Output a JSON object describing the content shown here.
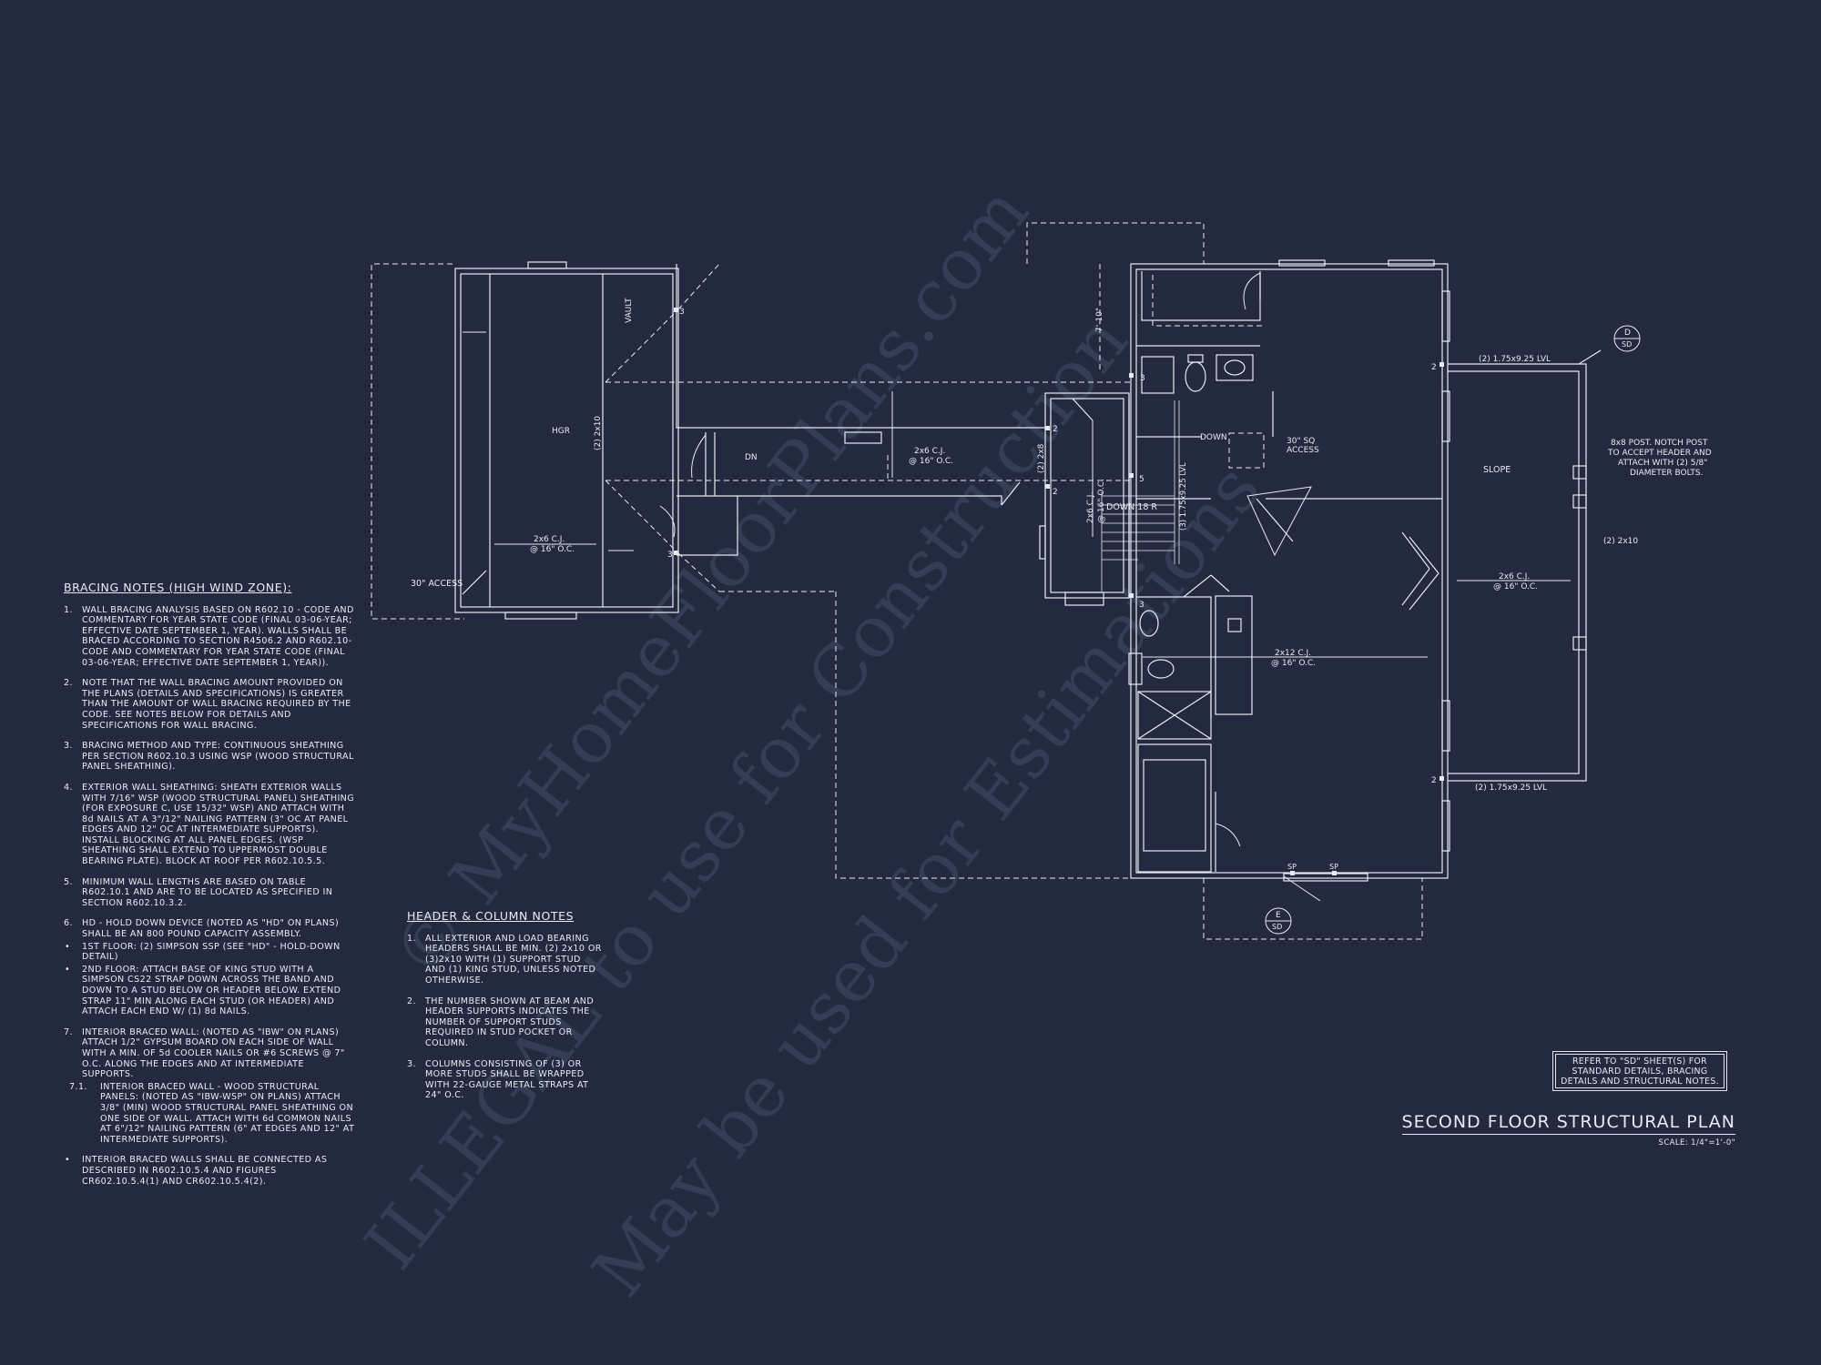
{
  "watermark": {
    "line1": "© MyHomeFloorPlans.com",
    "line2": "ILLEGAL to use for Construction",
    "line3": "May be used for Estimations"
  },
  "bracing_notes": {
    "title": "BRACING NOTES (HIGH WIND ZONE):",
    "items": [
      {
        "num": "1.",
        "text": "WALL BRACING ANALYSIS BASED ON R602.10 - CODE AND COMMENTARY FOR YEAR STATE CODE (FINAL 03-06-YEAR; EFFECTIVE DATE SEPTEMBER 1, YEAR). WALLS SHALL BE BRACED ACCORDING TO SECTION R4506.2 AND R602.10-CODE AND COMMENTARY FOR YEAR STATE CODE (FINAL 03-06-YEAR; EFFECTIVE DATE SEPTEMBER 1, YEAR))."
      },
      {
        "num": "2.",
        "text": "NOTE THAT THE WALL BRACING AMOUNT PROVIDED ON THE PLANS (DETAILS AND SPECIFICATIONS) IS GREATER THAN THE AMOUNT OF WALL BRACING REQUIRED BY THE CODE. SEE NOTES BELOW FOR DETAILS AND SPECIFICATIONS FOR WALL BRACING."
      },
      {
        "num": "3.",
        "text": "BRACING METHOD AND TYPE: CONTINUOUS SHEATHING PER SECTION R602.10.3 USING WSP (WOOD STRUCTURAL PANEL SHEATHING)."
      },
      {
        "num": "4.",
        "text": "EXTERIOR WALL SHEATHING: SHEATH EXTERIOR WALLS WITH 7/16\" WSP (WOOD STRUCTURAL PANEL) SHEATHING (FOR EXPOSURE C, USE 15/32\" WSP) AND ATTACH WITH 8d NAILS AT A 3\"/12\" NAILING PATTERN (3\" OC AT PANEL EDGES AND 12\" OC AT INTERMEDIATE SUPPORTS). INSTALL BLOCKING AT ALL PANEL EDGES. (WSP SHEATHING SHALL EXTEND TO UPPERMOST DOUBLE BEARING PLATE). BLOCK AT ROOF PER R602.10.5.5."
      },
      {
        "num": "5.",
        "text": "MINIMUM WALL LENGTHS ARE BASED ON TABLE R602.10.1 AND ARE TO BE LOCATED AS SPECIFIED IN SECTION R602.10.3.2."
      },
      {
        "num": "6.",
        "text": "HD - HOLD DOWN DEVICE (NOTED AS \"HD\" ON PLANS) SHALL BE AN 800 POUND CAPACITY ASSEMBLY.",
        "tight": true
      },
      {
        "num": "•",
        "bullet": true,
        "tight": true,
        "text": "1ST FLOOR: (2) SIMPSON SSP (SEE \"HD\" - HOLD-DOWN DETAIL)"
      },
      {
        "num": "•",
        "bullet": true,
        "text": "2ND FLOOR: ATTACH BASE OF KING STUD WITH A SIMPSON CS22 STRAP DOWN ACROSS THE BAND AND DOWN TO A STUD BELOW OR HEADER BELOW. EXTEND STRAP 11\" MIN ALONG EACH STUD (OR HEADER) AND ATTACH EACH END W/ (1) 8d NAILS."
      },
      {
        "num": "7.",
        "text": "INTERIOR BRACED WALL: (NOTED AS \"IBW\" ON PLANS) ATTACH 1/2\" GYPSUM BOARD ON EACH SIDE OF WALL WITH A MIN. OF 5d COOLER NAILS OR #6 SCREWS @ 7\" O.C. ALONG THE EDGES AND AT INTERMEDIATE SUPPORTS."
      },
      {
        "num": "7.1.",
        "sub": true,
        "text": "INTERIOR BRACED WALL - WOOD STRUCTURAL PANELS: (NOTED AS \"IBW-WSP\" ON PLANS) ATTACH 3/8\" (MIN) WOOD STRUCTURAL PANEL SHEATHING ON ONE SIDE OF WALL. ATTACH WITH 6d COMMON NAILS AT 6\"/12\" NAILING PATTERN (6\" AT EDGES AND 12\" AT INTERMEDIATE SUPPORTS)."
      },
      {
        "num": "•",
        "bullet": true,
        "text": "INTERIOR BRACED WALLS SHALL BE CONNECTED AS DESCRIBED IN R602.10.5.4 AND FIGURES CR602.10.5.4(1) AND CR602.10.5.4(2)."
      }
    ]
  },
  "header_notes": {
    "title": "HEADER & COLUMN NOTES",
    "items": [
      {
        "num": "1.",
        "text": "ALL EXTERIOR AND LOAD BEARING HEADERS SHALL BE MIN. (2) 2x10 OR (3)2x10 WITH (1) SUPPORT STUD AND (1) KING STUD, UNLESS NOTED OTHERWISE."
      },
      {
        "num": "2.",
        "text": "THE NUMBER SHOWN AT BEAM AND HEADER SUPPORTS INDICATES THE NUMBER OF SUPPORT STUDS REQUIRED IN STUD POCKET OR COLUMN."
      },
      {
        "num": "3.",
        "text": "COLUMNS CONSISTING OF (3) OR MORE STUDS SHALL BE WRAPPED WITH 22-GAUGE METAL STRAPS AT 24\" O.C."
      }
    ]
  },
  "sd_reference": "REFER TO \"SD\" SHEET(S) FOR STANDARD DETAILS, BRACING DETAILS AND STRUCTURAL NOTES.",
  "plan_title": "SECOND FLOOR STRUCTURAL PLAN",
  "plan_scale": "SCALE: 1/4\"=1'-0\"",
  "plan_labels": {
    "vault": "VAULT",
    "hgr": "HGR",
    "header_2x10": "(2) 2x10",
    "access_30": "30\" ACCESS",
    "cj_left": "2x6 C.J.",
    "cj_left_oc": "@ 16\" O.C.",
    "dn": "DN",
    "cj_mid": "2x6 C.J.",
    "cj_mid_oc": "@ 16\" O.C.",
    "header_2x8": "(2) 2x8",
    "cj_stair": "2x6 C.J.",
    "cj_stair_oc": "@ 16\" O.C.",
    "down_stair": "DOWN 18 R",
    "lvl_stair": "(3) 1.75x9.25 LVL",
    "dim_710": "7'-10\"",
    "down_hall": "DOWN",
    "access_sq": "30\" SQ",
    "access_sq2": "ACCESS",
    "lvl_top": "(2) 1.75x9.25 LVL",
    "lvl_bottom": "(2) 1.75x9.25 LVL",
    "slope": "SLOPE",
    "cj_porch": "2x6 C.J.",
    "cj_porch_oc": "@ 16\" O.C.",
    "cj_main": "2x12 C.J.",
    "cj_main_oc": "@ 16\" O.C.",
    "header_porch": "(2) 2x10",
    "post_note_1": "8x8 POST. NOTCH POST",
    "post_note_2": "TO ACCEPT HEADER AND",
    "post_note_3": "ATTACH WITH (2) 5/8\"",
    "post_note_4": "DIAMETER BOLTS.",
    "tag_d_top": "D",
    "tag_d_bot": "SD",
    "tag_e_top": "E",
    "tag_e_bot": "SD",
    "sp": "SP",
    "studs_3": "3",
    "studs_2": "2",
    "studs_5": "5"
  }
}
